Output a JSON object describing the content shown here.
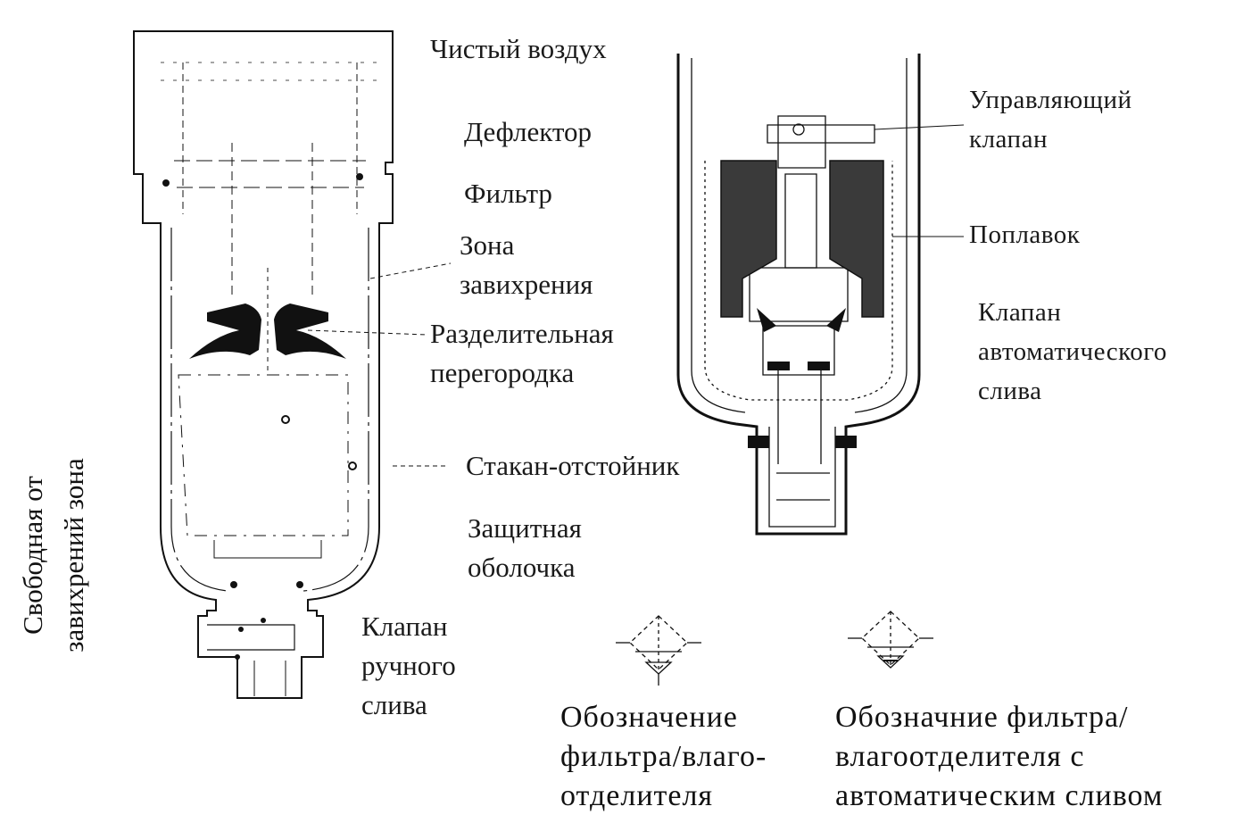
{
  "left_unit": {
    "labels": {
      "clean_air": "Чистый воздух",
      "deflector": "Дефлектор",
      "filter": "Фильтр",
      "swirl_zone_1": "Зона",
      "swirl_zone_2": "завихрения",
      "separator_1": "Разделительная",
      "separator_2": "перегородка",
      "bowl": "Стакан-отстойник",
      "guard_1": "Защитная",
      "guard_2": "оболочка",
      "manual_drain_1": "Клапан",
      "manual_drain_2": "ручного",
      "manual_drain_3": "слива",
      "quiet_zone_1": "Свободная от",
      "quiet_zone_2": "завихрений зона"
    }
  },
  "right_unit": {
    "labels": {
      "pilot_valve_1": "Управляющий",
      "pilot_valve_2": "клапан",
      "float": "Поплавок",
      "auto_drain_1": "Клапан",
      "auto_drain_2": "автоматического",
      "auto_drain_3": "слива"
    }
  },
  "symbols": {
    "symbol1": {
      "line1": "Обозначение",
      "line2": "фильтра/влаго-",
      "line3": "отделителя"
    },
    "symbol2": {
      "line1": "Обозначние фильтра/",
      "line2": "влагоотделителя с",
      "line3": "автоматическим сливом"
    }
  }
}
